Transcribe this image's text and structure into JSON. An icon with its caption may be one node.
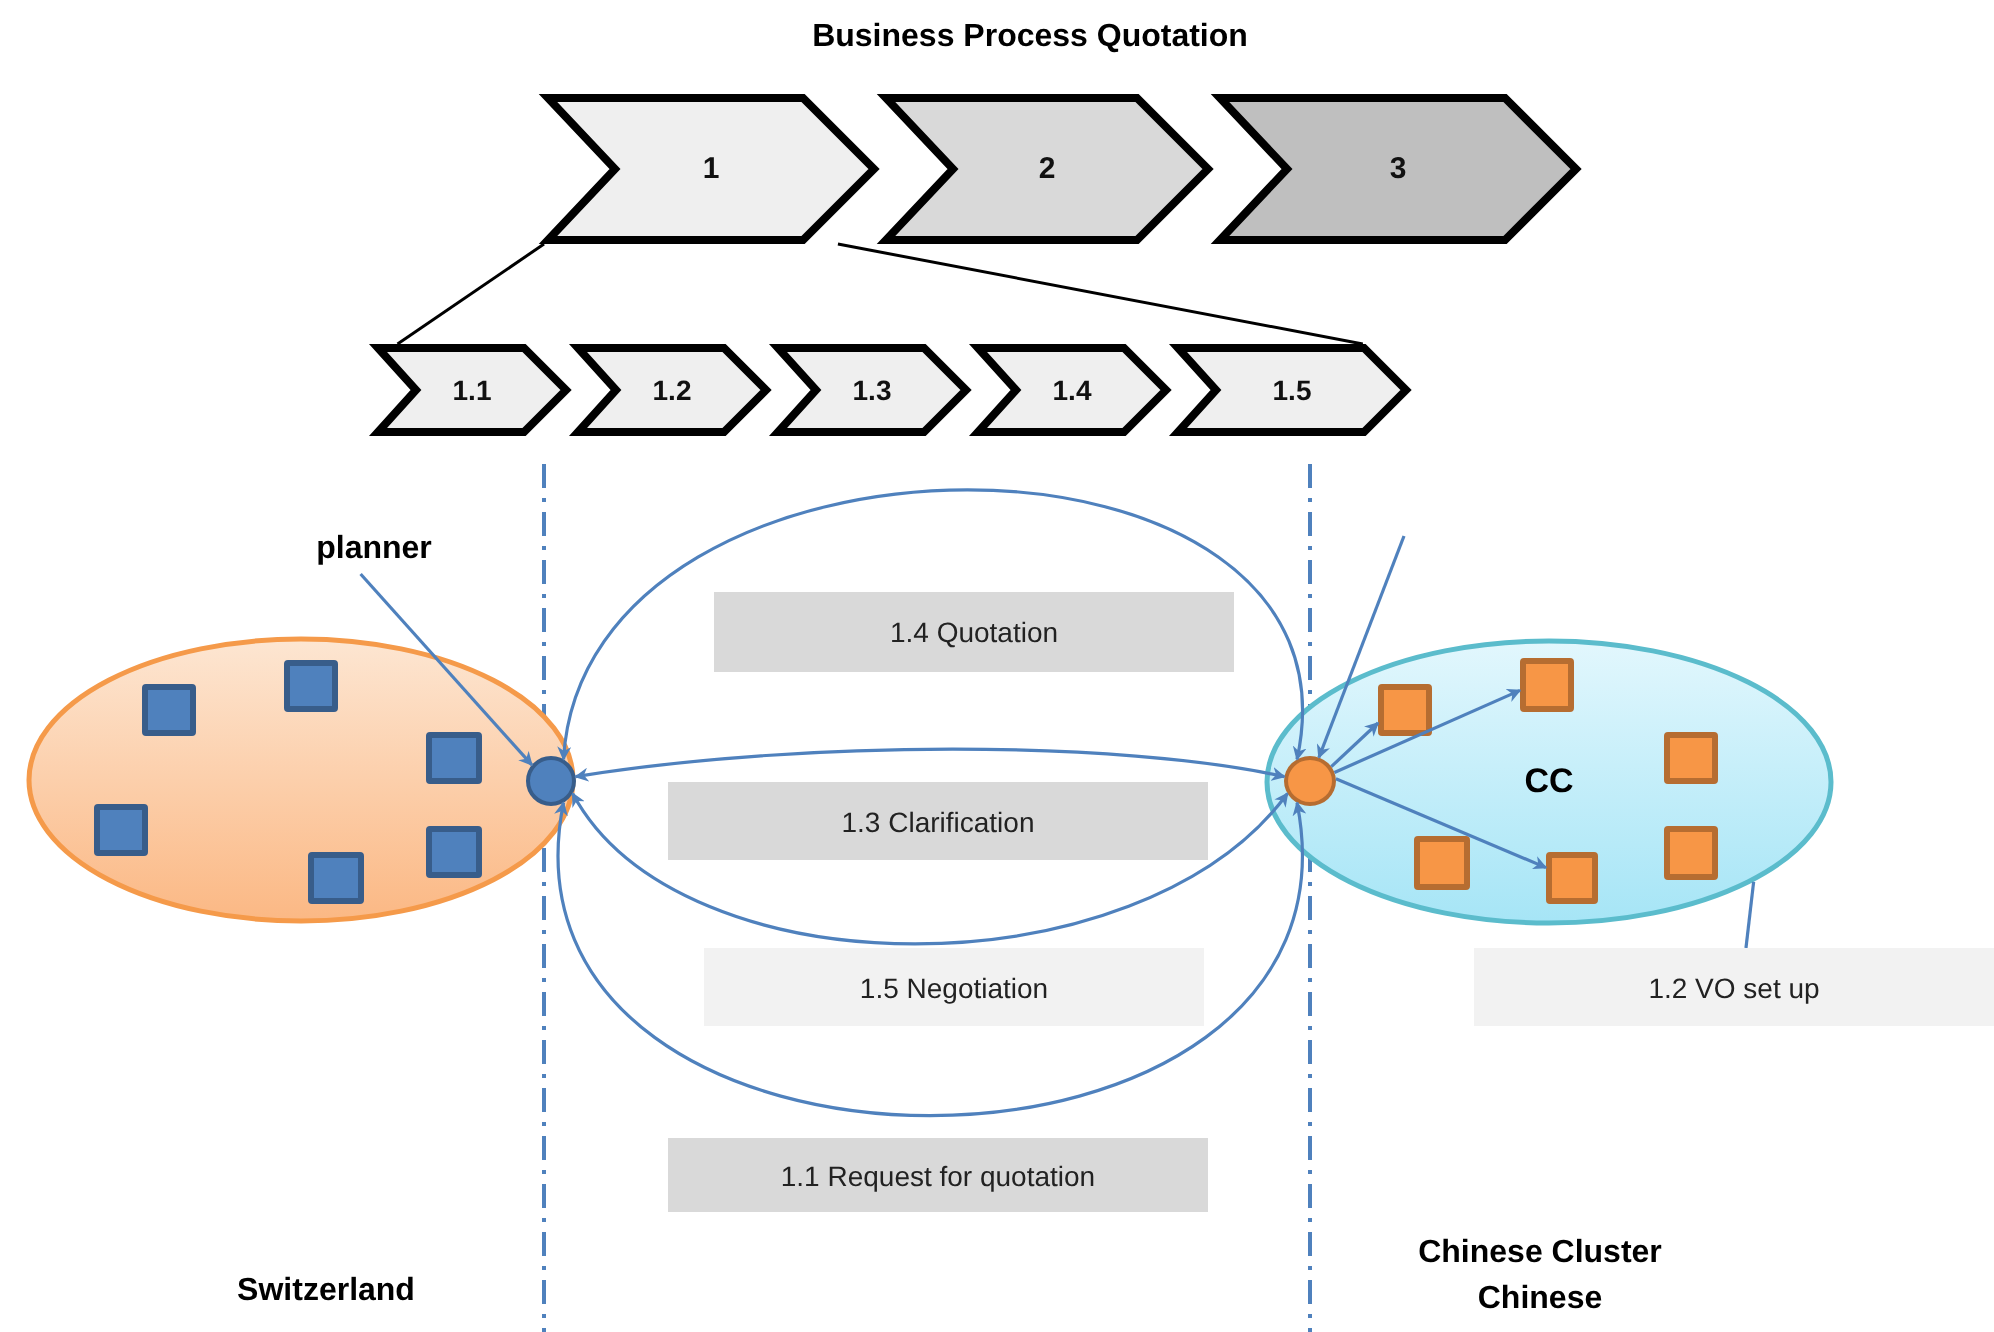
{
  "diagram": {
    "title": "Business Process Quotation",
    "nodes": [
      {
        "text": [
          "1"
        ]
      },
      {
        "text": [
          "2"
        ]
      },
      {
        "text": [
          "3"
        ]
      },
      {
        "text": [
          "1.1"
        ]
      },
      {
        "text": [
          "1.2"
        ]
      },
      {
        "text": [
          "1.3"
        ]
      },
      {
        "text": [
          "1.4"
        ]
      },
      {
        "text": [
          "1.5"
        ]
      },
      {
        "text": [],
        "shape": "ellipse"
      },
      {
        "text": [],
        "shape": "box",
        "in": 8
      },
      {
        "text": [],
        "shape": "box",
        "in": 8
      },
      {
        "text": [],
        "shape": "box",
        "in": 8
      },
      {
        "text": [],
        "shape": "box",
        "in": 8
      },
      {
        "text": [],
        "shape": "box",
        "in": 8
      },
      {
        "text": [],
        "shape": "box",
        "in": 8
      },
      {
        "text": [],
        "shape": "circle",
        "in": 8
      },
      {
        "text": [
          "CC"
        ]
      },
      {
        "text": [],
        "shape": "circle",
        "in": 16
      },
      {
        "text": [],
        "shape": "box",
        "in": 16
      },
      {
        "text": [],
        "shape": "box",
        "in": 16
      },
      {
        "text": [],
        "shape": "box",
        "in": 16
      },
      {
        "text": [],
        "shape": "box",
        "in": 16
      },
      {
        "text": [],
        "shape": "box",
        "in": 16
      },
      {
        "text": [],
        "shape": "box",
        "in": 16
      },
      {
        "text": [
          "planner"
        ]
      },
      {
        "text": [
          "1.4 Quotation"
        ]
      },
      {
        "text": [
          "1.3 Clarification"
        ]
      },
      {
        "text": [
          "1.5 Negotiation"
        ]
      },
      {
        "text": [
          "1.1 Request for quotation"
        ]
      },
      {
        "text": [
          "1.2 VO set up"
        ]
      }
    ],
    "edges": [
      {
        "from": 0,
        "to": 3,
        "arrow": "none",
        "color": "#000000"
      },
      {
        "from": 0,
        "to": 7,
        "arrow": "none",
        "color": "#000000"
      },
      {
        "from": 15,
        "to": 17,
        "arrow": "both"
      },
      {
        "from": 15,
        "to": 17,
        "arrow": "both"
      },
      {
        "from": 15,
        "to": 17,
        "arrow": "both"
      },
      {
        "from": 15,
        "to": 17,
        "arrow": "both"
      },
      {
        "from": 24,
        "to": 15,
        "arrow": "to"
      },
      {
        "from": null,
        "to": 17,
        "arrow": "to"
      },
      {
        "from": 17,
        "to": 18,
        "arrow": "to"
      },
      {
        "from": 17,
        "to": 19,
        "arrow": "to"
      },
      {
        "from": 17,
        "to": 22,
        "arrow": "to"
      },
      {
        "from": 29,
        "to": 16,
        "arrow": "none"
      }
    ],
    "labels": [
      "Switzerland",
      "Chinese Cluster",
      "Chinese"
    ]
  }
}
